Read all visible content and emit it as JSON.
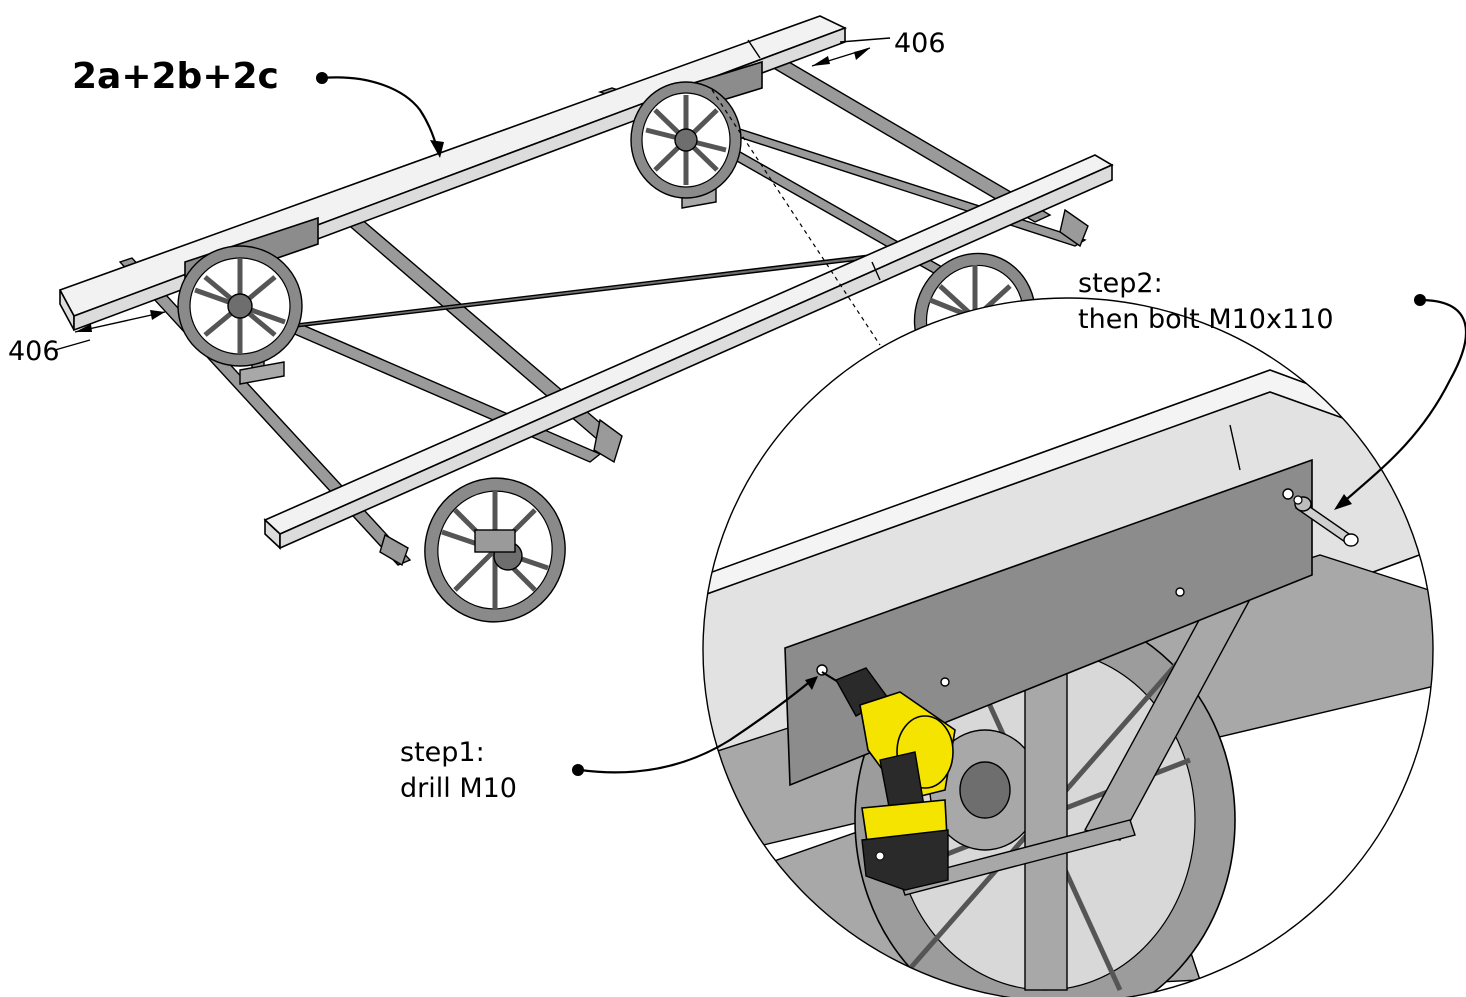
{
  "title": "2a+2b+2c",
  "dimensions": {
    "top": "406",
    "left": "406"
  },
  "steps": {
    "step1_line1": "step1:",
    "step1_line2": "drill M10",
    "step2_line1": "step2:",
    "step2_line2": "then bolt M10x110"
  },
  "icons": [
    "drill-icon",
    "bolt-icon",
    "wheel-icon"
  ],
  "colors": {
    "drill_body": "#f5e400",
    "steel": "#9a9a9a",
    "wood": "#f2f2f2",
    "background": "#ffffff"
  }
}
